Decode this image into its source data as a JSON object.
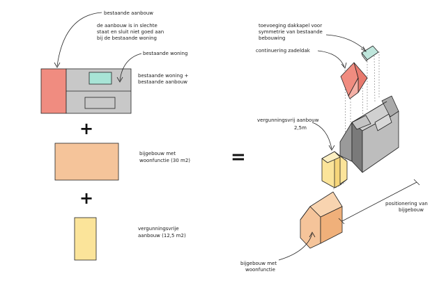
{
  "labels": {
    "bestaande_aanbouw": "bestaande aanbouw",
    "aanbouw_note_1": "de aanbouw is in slechte",
    "aanbouw_note_2": "staat en sluit niet goed aan",
    "aanbouw_note_3": "bij de bestaande woning",
    "bestaande_woning": "bestaande woning",
    "woning_plus_aanbouw_1": "bestaande woning +",
    "woning_plus_aanbouw_2": "bestaande aanbouw",
    "bijgebouw_1": "bijgebouw met",
    "bijgebouw_2": "woonfunctie (30 m2)",
    "vergunningsvrije_1": "vergunningsvrije",
    "vergunningsvrije_2": "aanbouw (12,5 m2)",
    "dakkapel_1": "toevoeging dakkapel voor",
    "dakkapel_2": "symmetrie van bestaande",
    "dakkapel_3": "bebouwing",
    "zadeldak": "continuering zadeldak",
    "vergunningsvrij_1": "vergunningsvrij aanbouw",
    "vergunningsvrij_2": "2,5m",
    "positionering_1": "positionering van",
    "positionering_2": "bijgebouw",
    "bijgebouw_iso_1": "bijgebouw met",
    "bijgebouw_iso_2": "woonfunctie"
  },
  "operators": {
    "plus_1": "+",
    "plus_2": "+",
    "equals": "="
  },
  "colors": {
    "aanbouw": "#f08c80",
    "woning": "#c8c8c8",
    "window": "#a8e4d6",
    "bijgebouw": "#f5c49a",
    "vergunningsvrij": "#fbe49a",
    "dakkapel": "#bfe6dc"
  }
}
